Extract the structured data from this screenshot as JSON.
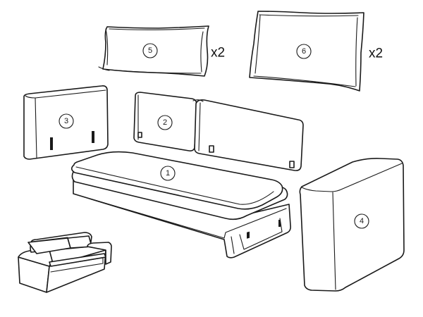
{
  "parts": {
    "seat_cushion": {
      "callout": "1"
    },
    "back_panel": {
      "callout": "2"
    },
    "left_armrest": {
      "callout": "3"
    },
    "right_armrest": {
      "callout": "4"
    },
    "small_pillow": {
      "callout": "5",
      "quantity": "x2"
    },
    "large_pillow": {
      "callout": "6",
      "quantity": "x2"
    }
  },
  "colors": {
    "line": "#1a1a1a",
    "background": "#ffffff"
  }
}
